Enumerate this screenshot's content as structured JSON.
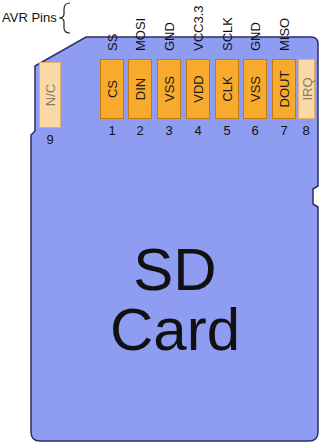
{
  "diagram": {
    "nodes": [
      {
        "text": [
          "SD Card"
        ]
      },
      {
        "text": [
          "CS"
        ],
        "in": 0
      },
      {
        "text": [
          "DIN"
        ],
        "in": 0
      },
      {
        "text": [
          "VSS"
        ],
        "in": 0
      },
      {
        "text": [
          "VDD"
        ],
        "in": 0
      },
      {
        "text": [
          "CLK"
        ],
        "in": 0
      },
      {
        "text": [
          "VSS"
        ],
        "in": 0
      },
      {
        "text": [
          "DOUT"
        ],
        "in": 0
      },
      {
        "text": [
          "IRQ"
        ],
        "in": 0
      },
      {
        "text": [
          "N/C"
        ],
        "in": 0
      }
    ],
    "labels": [
      "AVR Pins",
      "SS",
      "MOSI",
      "GND",
      "VCC3.3",
      "SCLK",
      "GND",
      "MISO",
      "1",
      "2",
      "3",
      "4",
      "5",
      "6",
      "7",
      "8",
      "9"
    ]
  }
}
